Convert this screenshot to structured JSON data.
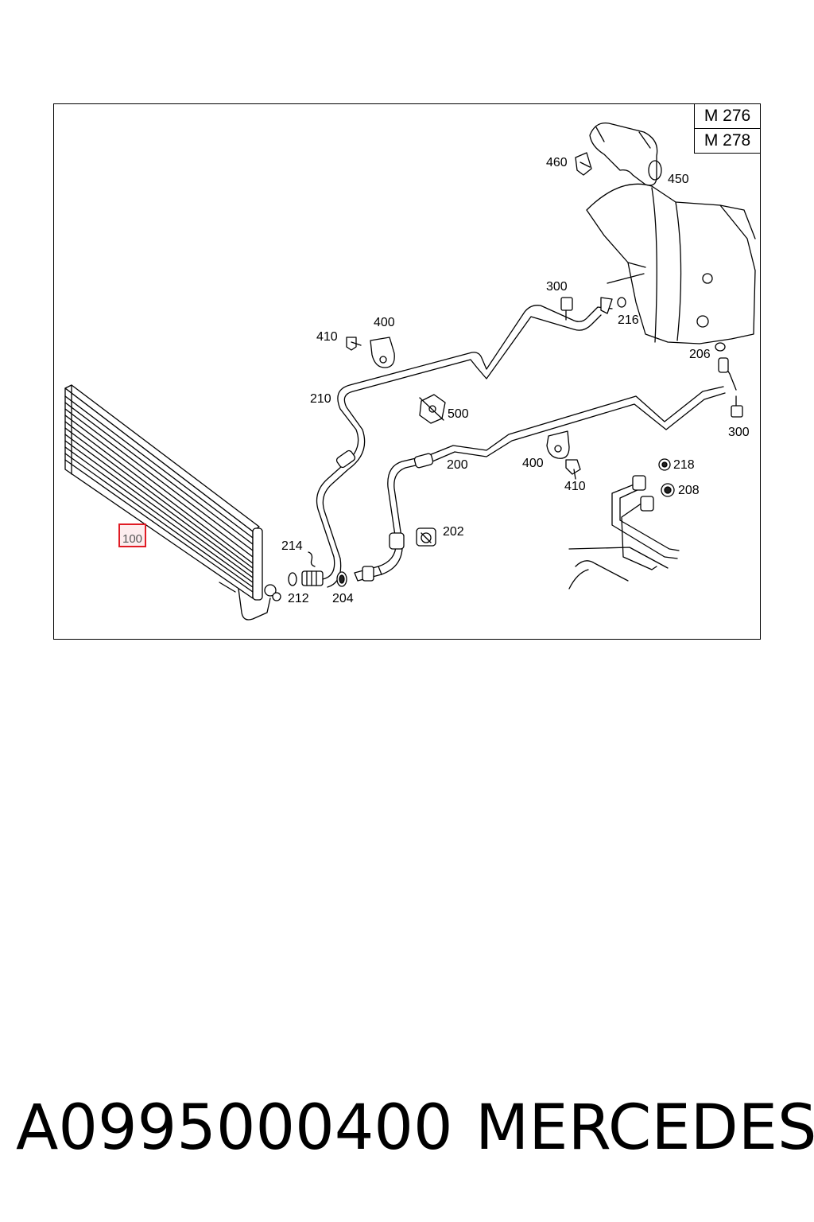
{
  "diagram": {
    "engine_codes": [
      "M 276",
      "M 278"
    ],
    "callouts": {
      "radiator": "100",
      "line_200": "200",
      "part_202": "202",
      "part_204": "204",
      "part_206": "206",
      "part_208": "208",
      "line_210": "210",
      "part_212": "212",
      "part_214": "214",
      "part_216": "216",
      "part_218": "218",
      "bolt_300_top": "300",
      "bolt_300_right": "300",
      "clamp_400_top": "400",
      "clamp_400_mid": "400",
      "screw_410_top": "410",
      "screw_410_mid": "410",
      "hose_450": "450",
      "clamp_460": "460",
      "bracket_500": "500"
    }
  },
  "footer": {
    "part_number": "A0995000400",
    "brand": "MERCEDES"
  },
  "colors": {
    "line": "#000000",
    "highlight": "#e01b24"
  }
}
